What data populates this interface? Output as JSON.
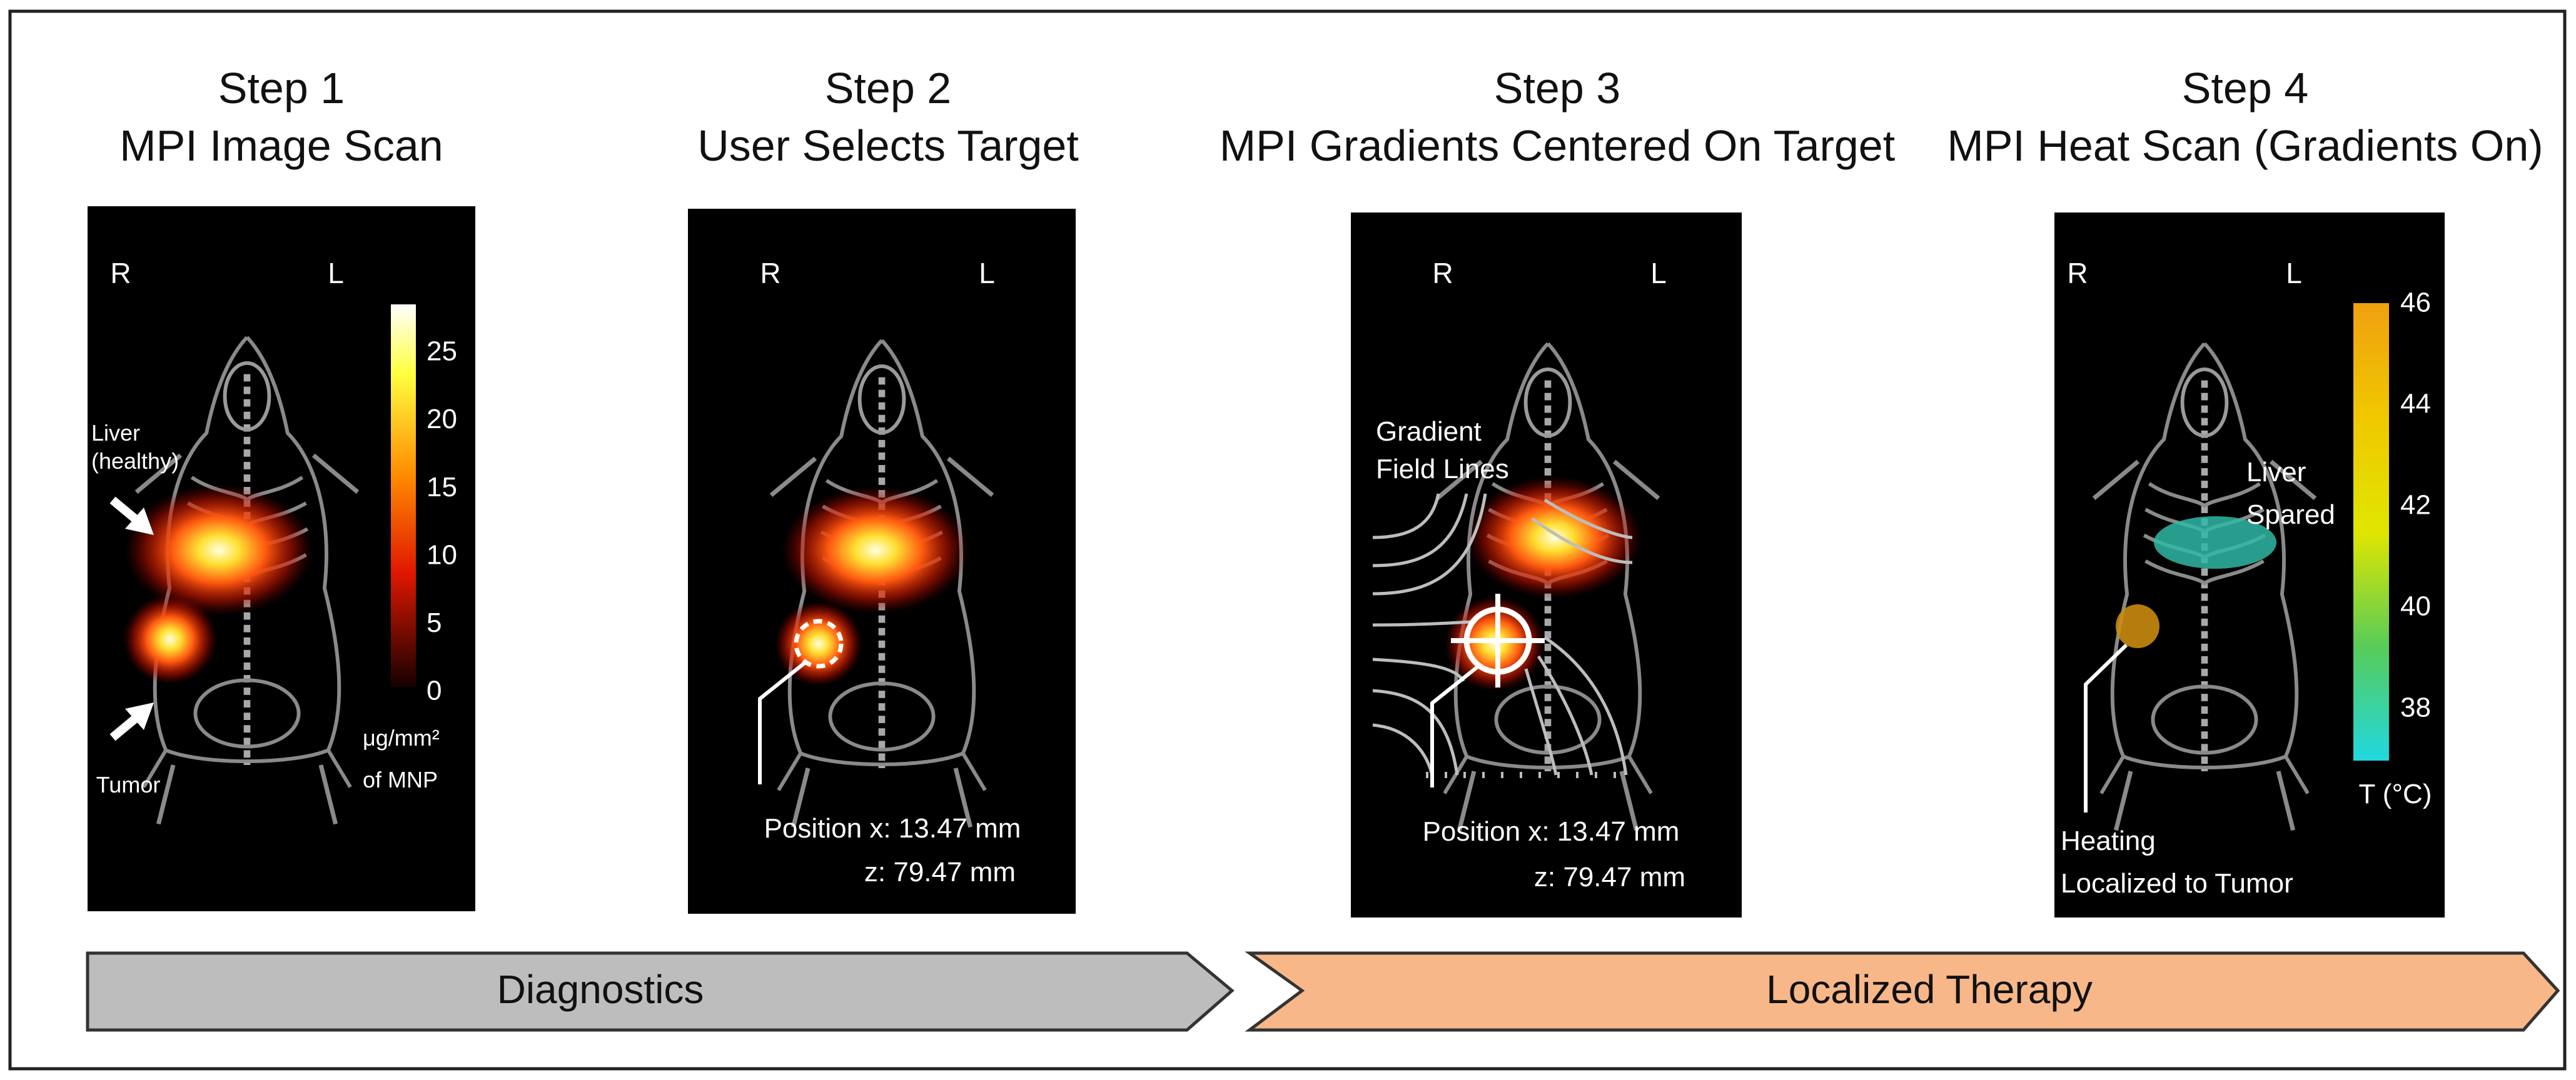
{
  "steps": [
    {
      "step": "Step 1",
      "title": "MPI Image Scan"
    },
    {
      "step": "Step 2",
      "title": "User Selects Target"
    },
    {
      "step": "Step 3",
      "title": "MPI Gradients Centered On Target"
    },
    {
      "step": "Step 4",
      "title": "MPI Heat Scan (Gradients On)"
    }
  ],
  "panel1": {
    "orient_r": "R",
    "orient_l": "L",
    "liver_label": "Liver",
    "liver_sub": "(healthy)",
    "tumor_label": "Tumor",
    "colorbar_ticks": [
      "25",
      "20",
      "15",
      "10",
      "5",
      "0"
    ],
    "unit_line1": "μg/mm²",
    "unit_line2": "of MNP"
  },
  "panel2": {
    "orient_r": "R",
    "orient_l": "L",
    "position_x": "Position x: 13.47 mm",
    "position_z": "z: 79.47 mm"
  },
  "panel3": {
    "orient_r": "R",
    "orient_l": "L",
    "gradient_label_1": "Gradient",
    "gradient_label_2": "Field Lines",
    "position_x": "Position x: 13.47 mm",
    "position_z": "z: 79.47 mm"
  },
  "panel4": {
    "orient_r": "R",
    "orient_l": "L",
    "liver_label_1": "Liver",
    "liver_label_2": "Spared",
    "heating_label_1": "Heating",
    "heating_label_2": "Localized to Tumor",
    "colorbar_ticks": [
      "46",
      "44",
      "42",
      "40",
      "38"
    ],
    "temp_unit": "T (°C)"
  },
  "phases": {
    "diagnostics": "Diagnostics",
    "therapy": "Localized Therapy"
  },
  "colors": {
    "diagnostics_fill": "#bdbdbd",
    "therapy_fill": "#f8b788",
    "panel_bg": "#000000",
    "hot_spot": "#ff3a10",
    "liver_spared": "#2fb8a6",
    "tumor_heat": "#c98a10"
  }
}
